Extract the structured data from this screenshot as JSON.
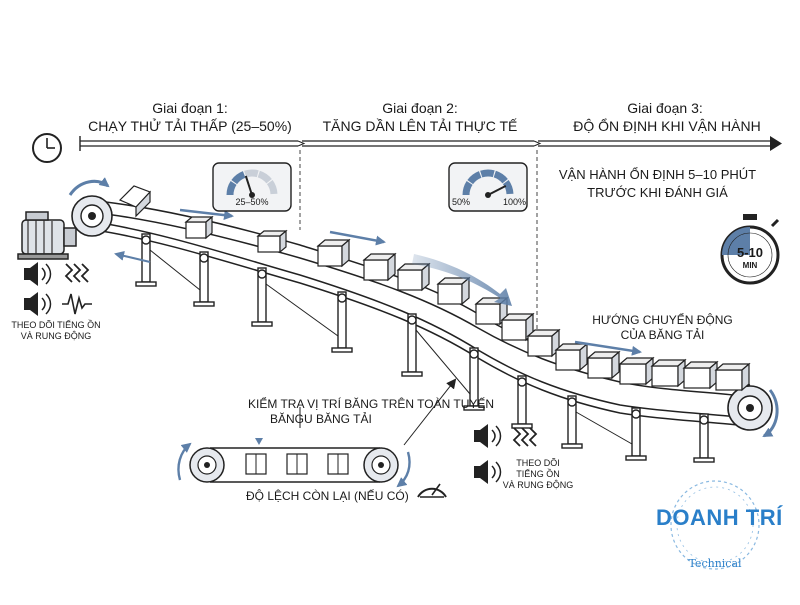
{
  "phases": [
    {
      "title": "Giai đoạn 1:",
      "subtitle": "CHẠY THỬ TẢI THẤP (25–50%)"
    },
    {
      "title": "Giai đoạn 2:",
      "subtitle": "TĂNG DẦN LÊN TẢI THỰC TẾ"
    },
    {
      "title": "Giai đoạn 3:",
      "subtitle": "ĐỘ ỔN ĐỊNH KHI VẬN HÀNH"
    }
  ],
  "gauge1": {
    "label": "25–50%",
    "level": 0.4
  },
  "gauge2": {
    "min_label": "50%",
    "max_label": "100%",
    "level": 0.85
  },
  "stable_note": {
    "line1": "VẬN HÀNH ỔN ĐỊNH 5–10 PHÚT",
    "line2": "TRƯỚC KHI ĐÁNH GIÁ"
  },
  "stopwatch": {
    "value": "5-10",
    "unit": "MIN"
  },
  "monitor_left": {
    "line1": "THEO DÕI TIẾNG ỒN",
    "line2": "VÀ RUNG ĐỘNG"
  },
  "monitor_right": {
    "line1": "THEO DÕI",
    "line2": "TIẾNG ỒN",
    "line3": "VÀ RUNG ĐỘNG"
  },
  "direction": {
    "line1": "HƯỚNG CHUYỂN ĐỘNG",
    "line2": "CỦA BĂNG TẢI"
  },
  "inspection": {
    "line1": "KIỂM TRA VỊ TRÍ BĂNG TRÊN TOÀN TUYẾN",
    "line2": "BĂNGU BĂNG TẢI",
    "deviation": "ĐỘ LỆCH CÒN LẠI (NẾU CÓ)"
  },
  "logo": {
    "name": "DOANH TRÍ",
    "sub": "Technical",
    "color": "#2a7fc9"
  },
  "colors": {
    "accent": "#5d7fa8",
    "line": "#222222"
  }
}
